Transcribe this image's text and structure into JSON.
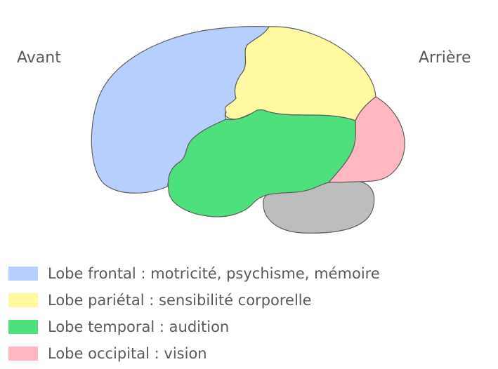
{
  "labels": {
    "front": "Avant",
    "back": "Arrière"
  },
  "lobes": {
    "frontal": {
      "color": "#b7cfff"
    },
    "parietal": {
      "color": "#fff9a1"
    },
    "temporal": {
      "color": "#4fe07e"
    },
    "occipital": {
      "color": "#ffb8c2"
    },
    "cerebellum": {
      "color": "#bdbdbd"
    }
  },
  "legend": [
    {
      "color": "#b7cfff",
      "text": "Lobe frontal : motricité, psychisme, mémoire"
    },
    {
      "color": "#fff9a1",
      "text": "Lobe pariétal : sensibilité corporelle"
    },
    {
      "color": "#4fe07e",
      "text": "Lobe temporal : audition"
    },
    {
      "color": "#ffb8c2",
      "text": "Lobe occipital : vision"
    }
  ]
}
